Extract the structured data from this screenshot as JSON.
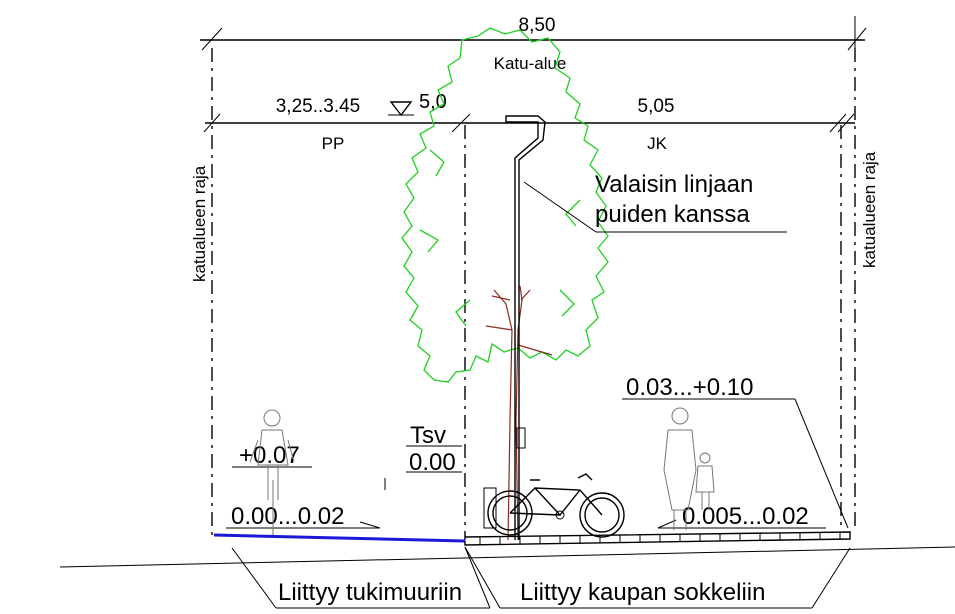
{
  "dimensions": {
    "total_width": "8,50",
    "total_label": "Katu-alue",
    "left_width": "3,25..3.45",
    "left_label": "PP",
    "level_mark": "5,0",
    "right_width": "5,05",
    "right_label": "JK"
  },
  "side_labels": {
    "left": "katualueen raja",
    "right": "katualueen raja"
  },
  "annotations": {
    "lamp_note_line1": "Valaisin linjaan",
    "lamp_note_line2": "puiden kanssa",
    "tsv_label": "Tsv",
    "tsv_value": "0.00",
    "left_height": "+0.07",
    "left_slope": "0.00...0.02",
    "right_height": "0.03...+0.10",
    "right_slope": "0.005...0.02"
  },
  "bottom_notes": {
    "left": "Liittyy tukimuuriin",
    "right": "Liittyy kaupan sokkeliin"
  },
  "colors": {
    "tree": "#1fd11f",
    "trunk": "#8b2a1e",
    "cycle_path": "#1a1ad6",
    "line": "#000000"
  }
}
